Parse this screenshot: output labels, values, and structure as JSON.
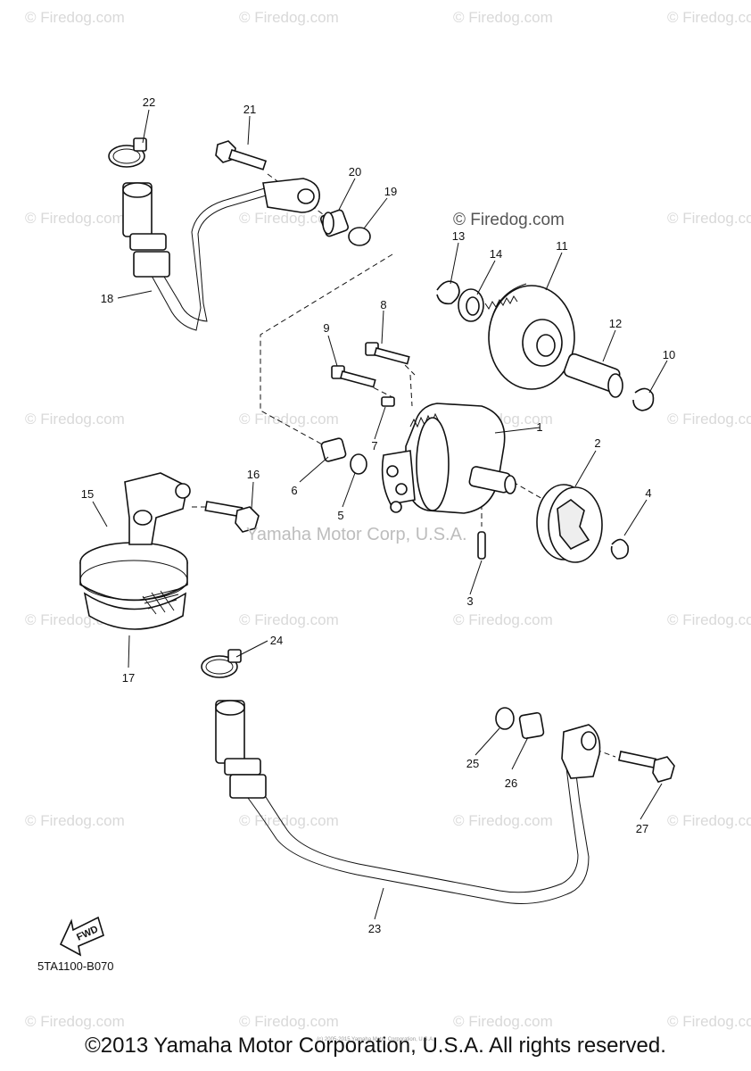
{
  "watermark": "© Firedog.com",
  "watermark_main": "© Firedog.com",
  "center_watermark": "Yamaha Motor Corp, U.S.A.",
  "diagram_code": "5TA1100-B070",
  "fwd_label": "FWD",
  "footer": "©2013 Yamaha Motor Corporation, U.S.A. All rights reserved.",
  "footer_small": "(c) 2005-2015 Yamaha Motor Corporation, U.S.A.",
  "callouts": [
    "1",
    "2",
    "3",
    "4",
    "5",
    "6",
    "7",
    "8",
    "9",
    "10",
    "11",
    "12",
    "13",
    "14",
    "15",
    "16",
    "17",
    "18",
    "19",
    "20",
    "21",
    "22",
    "23",
    "24",
    "25",
    "26",
    "27"
  ]
}
